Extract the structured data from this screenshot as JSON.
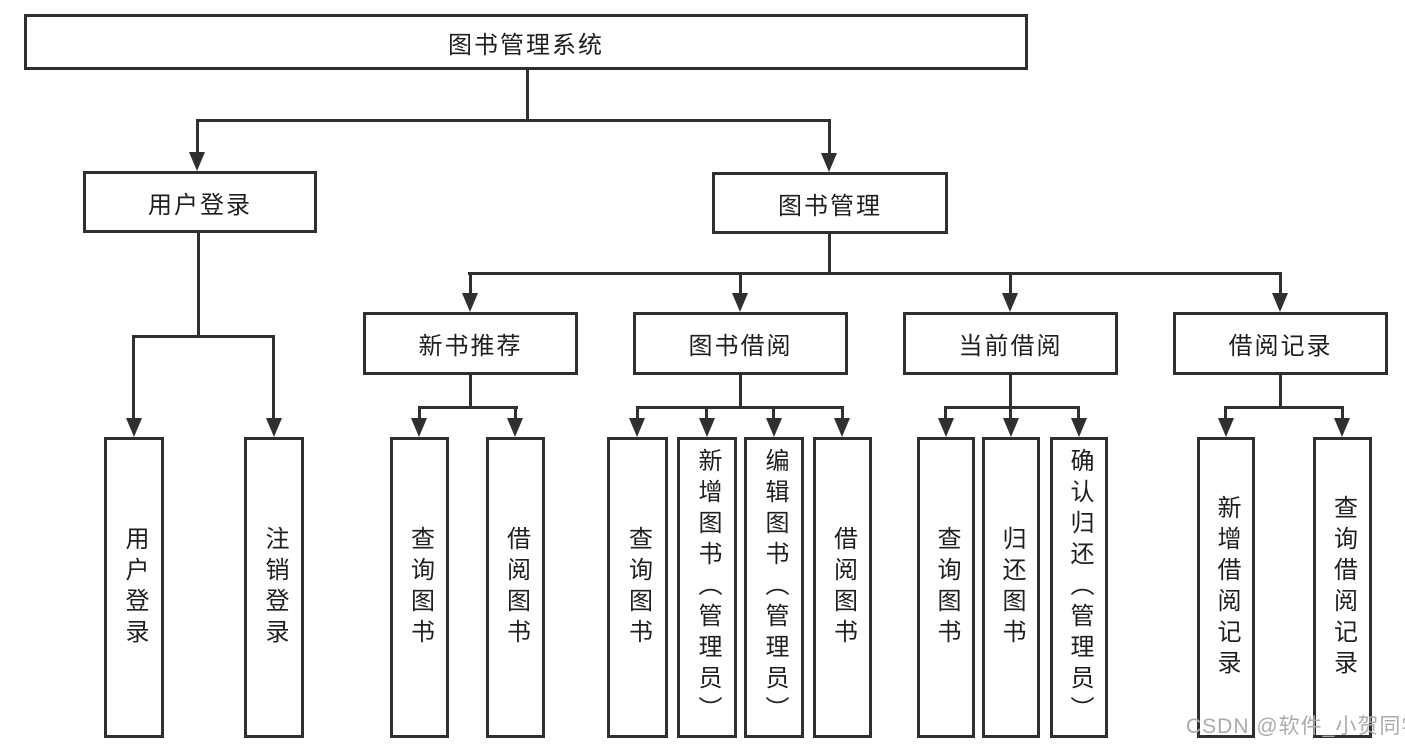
{
  "diagram": {
    "type": "hierarchy-tree",
    "colors": {
      "line": "#2f2f2f",
      "text": "#1f1f1f",
      "background": "#ffffff",
      "watermark": "#ababab"
    },
    "root": {
      "label": "图书管理系统",
      "children": [
        {
          "label": "用户登录",
          "children": [
            {
              "label": "用户登录"
            },
            {
              "label": "注销登录"
            }
          ]
        },
        {
          "label": "图书管理",
          "children": [
            {
              "label": "新书推荐",
              "children": [
                {
                  "label": "查询图书"
                },
                {
                  "label": "借阅图书"
                }
              ]
            },
            {
              "label": "图书借阅",
              "children": [
                {
                  "label": "查询图书"
                },
                {
                  "label": "新增图书（管理员）"
                },
                {
                  "label": "编辑图书（管理员）"
                },
                {
                  "label": "借阅图书"
                }
              ]
            },
            {
              "label": "当前借阅",
              "children": [
                {
                  "label": "查询图书"
                },
                {
                  "label": "归还图书"
                },
                {
                  "label": "确认归还（管理员）"
                }
              ]
            },
            {
              "label": "借阅记录",
              "children": [
                {
                  "label": "新增借阅记录"
                },
                {
                  "label": "查询借阅记录"
                }
              ]
            }
          ]
        }
      ]
    }
  },
  "watermark": "CSDN @软件_小贺同学"
}
